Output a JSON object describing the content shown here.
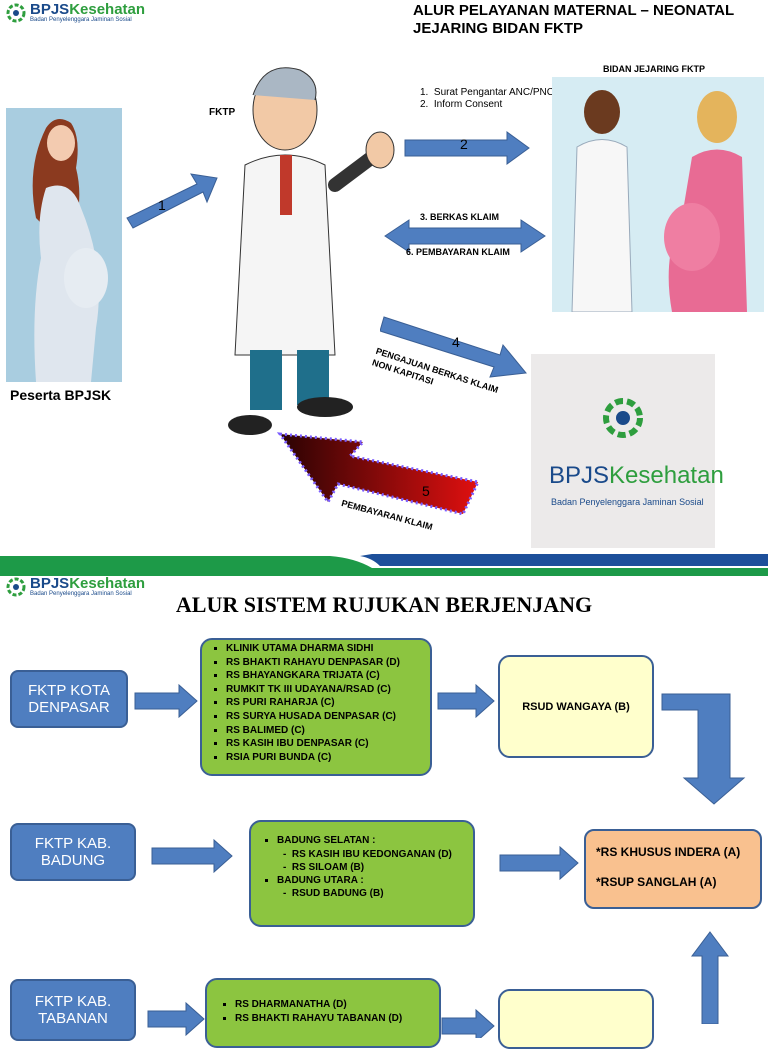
{
  "slide1": {
    "logo_text_a": "BPJS",
    "logo_text_b": "Kesehatan",
    "logo_sub": "Badan Penyelenggara Jaminan Sosial",
    "title_line1": "ALUR PELAYANAN MATERNAL – NEONATAL",
    "title_line2": "JEJARING BIDAN FKTP",
    "fktp_label": "FKTP",
    "bidan_label": "BIDAN JEJARING FKTP",
    "peserta_label": "Peserta BPJSK",
    "arrow1_num": "1",
    "arrow2_num": "2",
    "arrow4_num": "4",
    "arrow5_num": "5",
    "step2_items": [
      "Surat Pengantar ANC/PNC/KB",
      "Inform Consent"
    ],
    "step3": "3. BERKAS KLAIM",
    "step6": "6. PEMBAYARAN KLAIM",
    "step4_text": "PENGAJUAN BERKAS KLAIM NON KAPITASI",
    "step5_text": "PEMBAYARAN KLAIM",
    "big_logo_a": "BPJS",
    "big_logo_b": "Kesehatan",
    "big_logo_sub": "Badan Penyelenggara Jaminan Sosial"
  },
  "slide2": {
    "logo_text_a": "BPJS",
    "logo_text_b": "Kesehatan",
    "logo_sub": "Badan Penyelenggara Jaminan Sosial",
    "title": "ALUR SISTEM RUJUKAN BERJENJANG",
    "fktp_denpasar": "FKTP KOTA DENPASAR",
    "fktp_badung": "FKTP KAB. BADUNG",
    "fktp_tabanan": "FKTP KAB. TABANAN",
    "denpasar_list": [
      "KLINIK UTAMA DHARMA SIDHI",
      "RS BHAKTI RAHAYU DENPASAR (D)",
      "RS BHAYANGKARA TRIJATA (C)",
      "RUMKIT TK III UDAYANA/RSAD (C)",
      "RS PURI RAHARJA (C)",
      "RS SURYA HUSADA DENPASAR (C)",
      "RS BALIMED (C)",
      "RS KASIH IBU DENPASAR (C)",
      "RSIA PURI BUNDA (C)"
    ],
    "badung_selatan": "BADUNG SELATAN :",
    "badung_selatan_items": [
      "RS KASIH IBU KEDONGANAN (D)",
      "RS SILOAM  (B)"
    ],
    "badung_utara": "BADUNG UTARA :",
    "badung_utara_items": [
      "RSUD BADUNG (B)"
    ],
    "tabanan_list": [
      "RS DHARMANATHA (D)",
      "RS BHAKTI RAHAYU TABANAN (D)"
    ],
    "rsud_wangaya": "RSUD WANGAYA (B)",
    "rs_indera": "*RS KHUSUS INDERA (A)",
    "rsup_sanglah": "*RSUP SANGLAH (A)"
  },
  "colors": {
    "arrow_blue": "#4f7ec0",
    "green_box": "#8cc540",
    "yellow_box": "#ffffcc",
    "orange_box": "#f9c18f",
    "divider_green": "#1d9a48"
  }
}
